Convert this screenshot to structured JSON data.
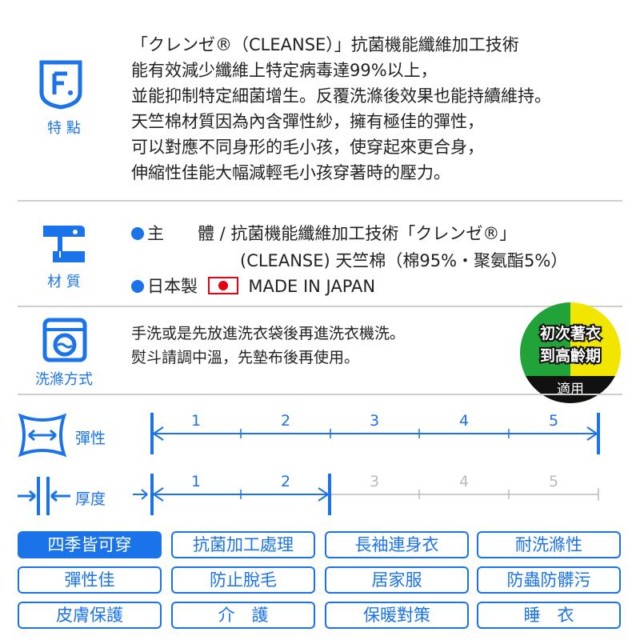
{
  "features": {
    "label": "特 點",
    "lines": [
      "「クレンゼ®（CLEANSE）」抗菌機能纖維加工技術",
      "能有效減少纖維上特定病毒達99%以上，",
      "並能抑制特定細菌增生。反覆洗滌後效果也能持續維持。",
      "天竺棉材質因為內含彈性紗，擁有極佳的彈性，",
      "可以對應不同身形的毛小孩，使穿起來更合身，",
      "伸縮性佳能大幅減輕毛小孩穿著時的壓力。"
    ]
  },
  "material": {
    "label": "材 質",
    "main_key": "主　　體",
    "main_value": " / 抗菌機能纖維加工技術「クレンゼ®」",
    "main_value2": "(CLEANSE) 天竺棉（棉95%・聚氨酯5%）",
    "origin": "日本製",
    "origin_en": "MADE IN JAPAN"
  },
  "washing": {
    "label": "洗滌方式",
    "lines": [
      "手洗或是先放進洗衣袋後再進洗衣機洗。",
      "熨斗請調中溫，先墊布後再使用。"
    ]
  },
  "badge": {
    "line1": "初次著衣",
    "line2": "到高齡期",
    "footer": "適用"
  },
  "scales": [
    {
      "label": "彈性",
      "ticks": [
        "1",
        "2",
        "3",
        "4",
        "5"
      ],
      "value": 5,
      "max": 5
    },
    {
      "label": "厚度",
      "ticks": [
        "1",
        "2",
        "3",
        "4",
        "5"
      ],
      "value": 2,
      "max": 5
    }
  ],
  "tags": [
    {
      "label": "四季皆可穿",
      "active": true
    },
    {
      "label": "抗菌加工處理",
      "active": false
    },
    {
      "label": "長袖連身衣",
      "active": false
    },
    {
      "label": "耐洗滌性",
      "active": false
    },
    {
      "label": "彈性佳",
      "active": false
    },
    {
      "label": "防止脫毛",
      "active": false
    },
    {
      "label": "居家服",
      "active": false
    },
    {
      "label": "防蟲防髒污",
      "active": false
    },
    {
      "label": "皮膚保護",
      "active": false
    },
    {
      "label": "介　護",
      "active": false
    },
    {
      "label": "保暖對策",
      "active": false
    },
    {
      "label": "睡　衣",
      "active": false
    }
  ],
  "colors": {
    "accent": "#1a73e8",
    "flag_red": "#e60012",
    "badge_green": "#22a33a",
    "badge_yellow": "#f2e600"
  }
}
